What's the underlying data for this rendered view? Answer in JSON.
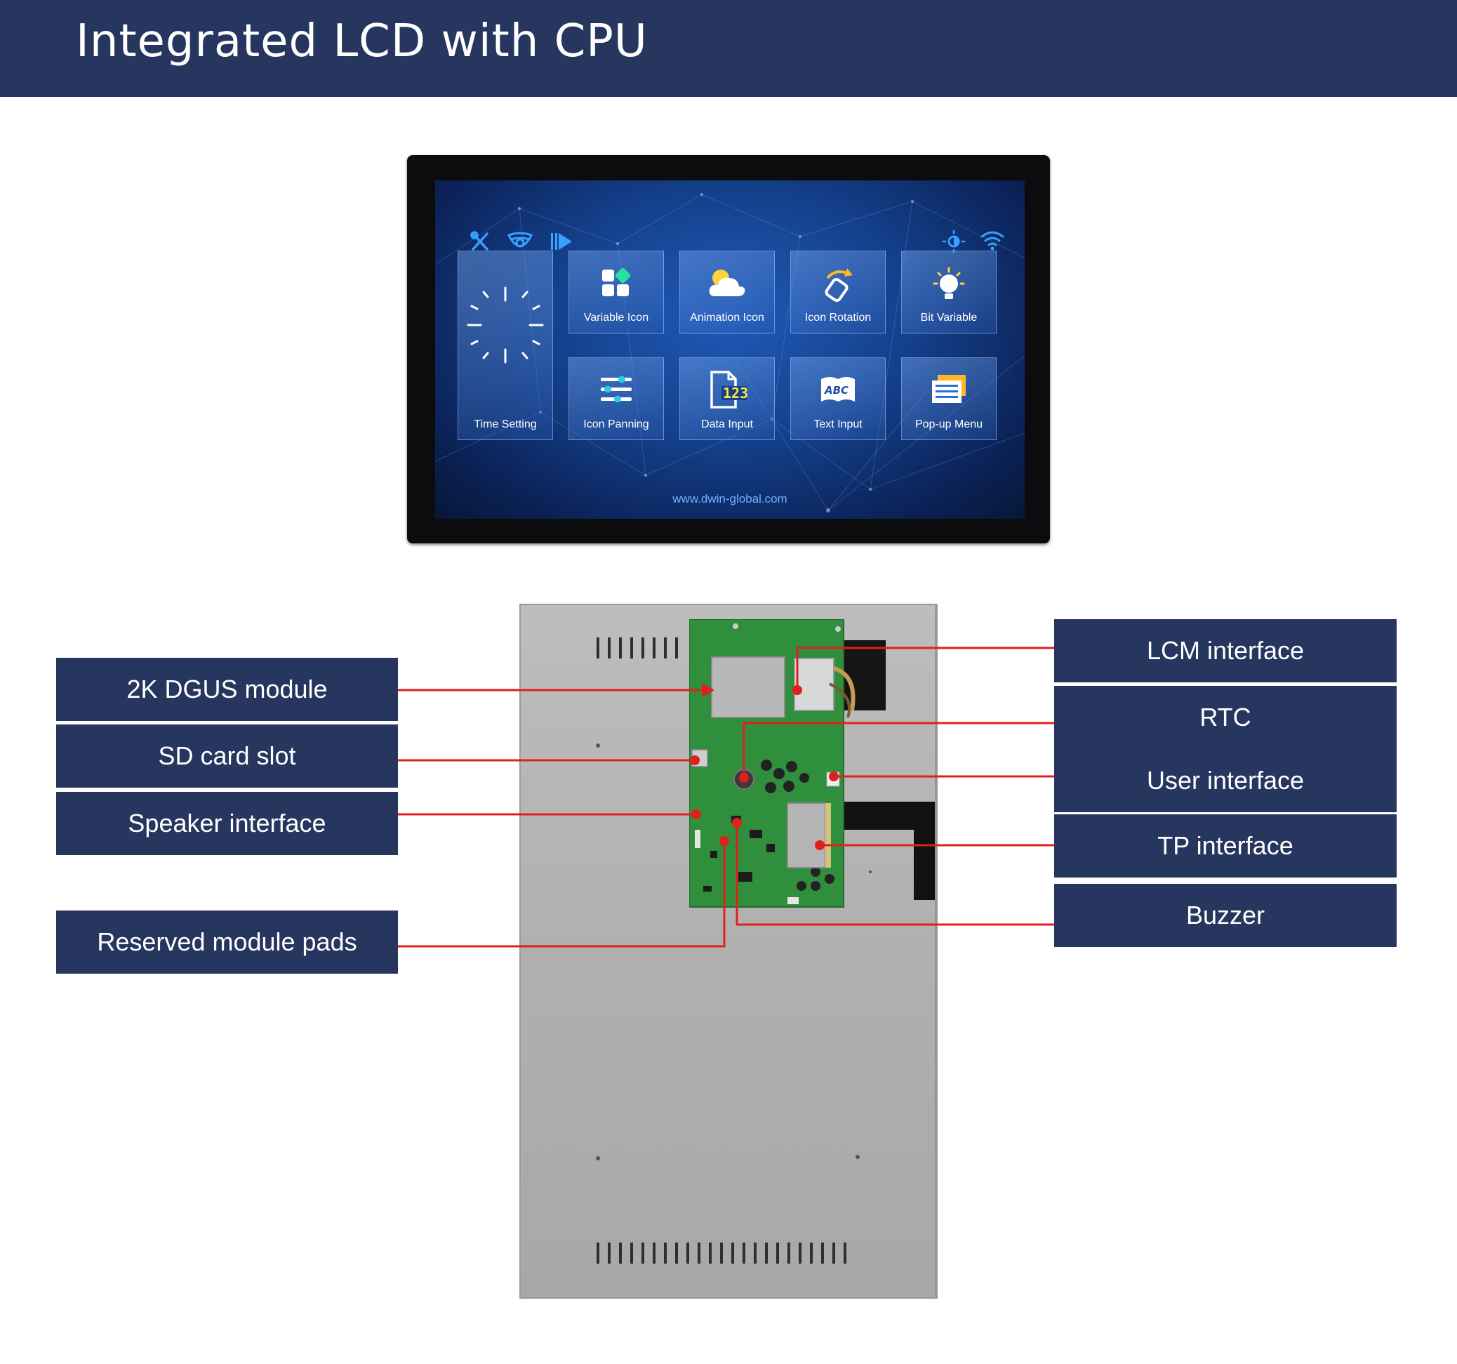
{
  "title": "Integrated LCD with CPU",
  "colors": {
    "banner": "#26365f",
    "callout": "#26365f",
    "leader": "#e0201c",
    "pcb": "#2f8f3d"
  },
  "screen": {
    "status_icons": [
      "tools-icon",
      "camera-icon",
      "play-icon",
      "brightness-icon",
      "wifi-icon"
    ],
    "tiles": [
      {
        "label": "Time Setting",
        "icon": "clock-icon"
      },
      {
        "label": "Variable Icon",
        "icon": "grid-icon"
      },
      {
        "label": "Animation Icon",
        "icon": "cloud-sun-icon"
      },
      {
        "label": "Icon Rotation",
        "icon": "rotate-icon"
      },
      {
        "label": "Bit Variable",
        "icon": "bulb-icon"
      },
      {
        "label": "Icon Panning",
        "icon": "sliders-icon"
      },
      {
        "label": "Data Input",
        "icon": "number-file-icon"
      },
      {
        "label": "Text Input",
        "icon": "abc-book-icon"
      },
      {
        "label": "Pop-up Menu",
        "icon": "menu-stack-icon"
      }
    ],
    "url": "www.dwin-global.com"
  },
  "callouts": {
    "left": [
      "2K DGUS module",
      "SD card slot",
      "Speaker interface",
      "Reserved module pads"
    ],
    "right": [
      "LCM interface",
      "RTC",
      "User interface",
      "TP interface",
      "Buzzer"
    ]
  }
}
